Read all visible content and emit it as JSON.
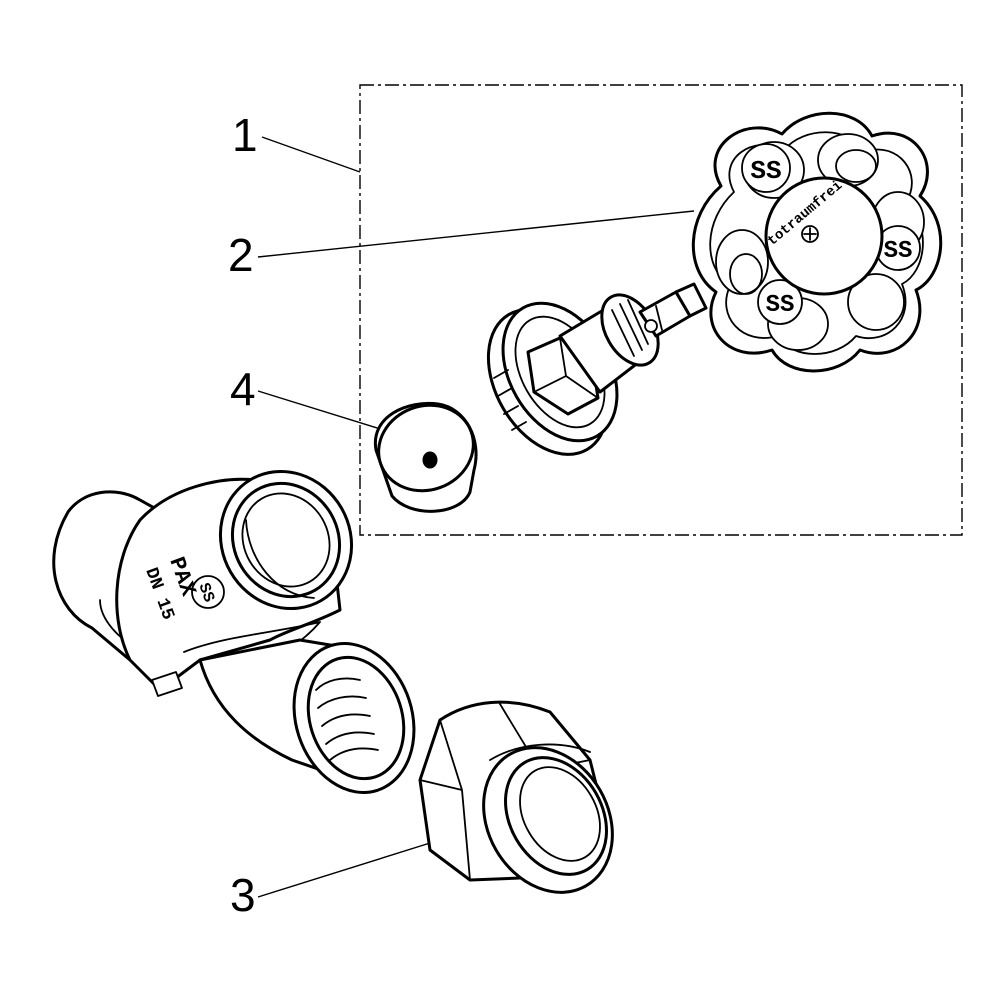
{
  "callouts": {
    "item_1": "1",
    "item_2": "2",
    "item_3": "3",
    "item_4": "4"
  },
  "handwheel": {
    "center_text": "totraumfrei",
    "logo_text": "SS"
  },
  "valve_body": {
    "marking_line1": "PAX",
    "marking_line2": "DN 15",
    "logo_text": "SS"
  },
  "icons": {
    "handwheel": "handwheel-icon",
    "spindle": "spindle-icon",
    "washer": "washer-icon",
    "valve_body": "valve-body-icon",
    "union_nut": "union-nut-icon"
  }
}
